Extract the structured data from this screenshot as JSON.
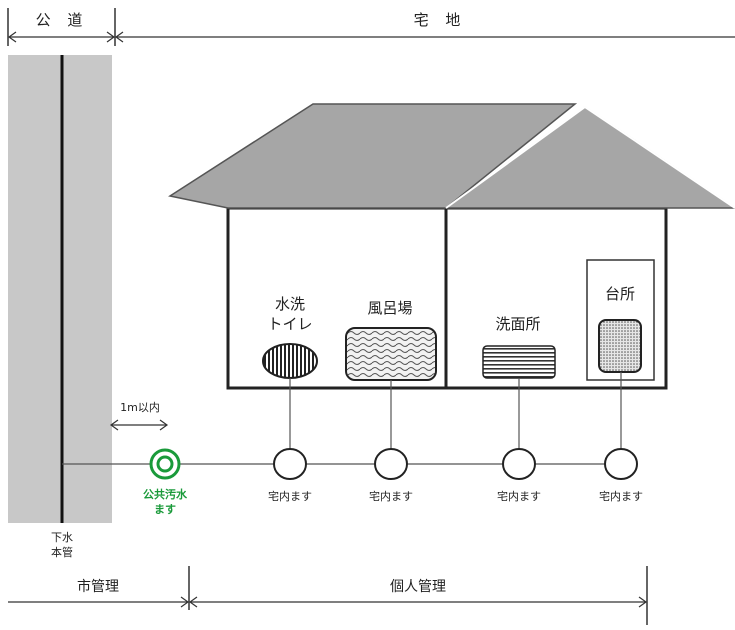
{
  "header": {
    "public_road": "公 道",
    "residential_land": "宅 地"
  },
  "rooms": {
    "toilet_line1": "水洗",
    "toilet_line2": "トイレ",
    "bath": "風呂場",
    "washroom": "洗面所",
    "kitchen": "台所"
  },
  "distance_label": "1m以内",
  "public_basin": {
    "line1": "公共汚水",
    "line2": "ます",
    "color": "#1a9a3a"
  },
  "house_basins": [
    "宅内ます",
    "宅内ます",
    "宅内ます",
    "宅内ます"
  ],
  "sewer_main": {
    "line1": "下水",
    "line2": "本管"
  },
  "management": {
    "city": "市管理",
    "private": "個人管理"
  },
  "colors": {
    "road": "#c8c8c8",
    "roof": "#a6a6a6",
    "line": "#333333"
  }
}
